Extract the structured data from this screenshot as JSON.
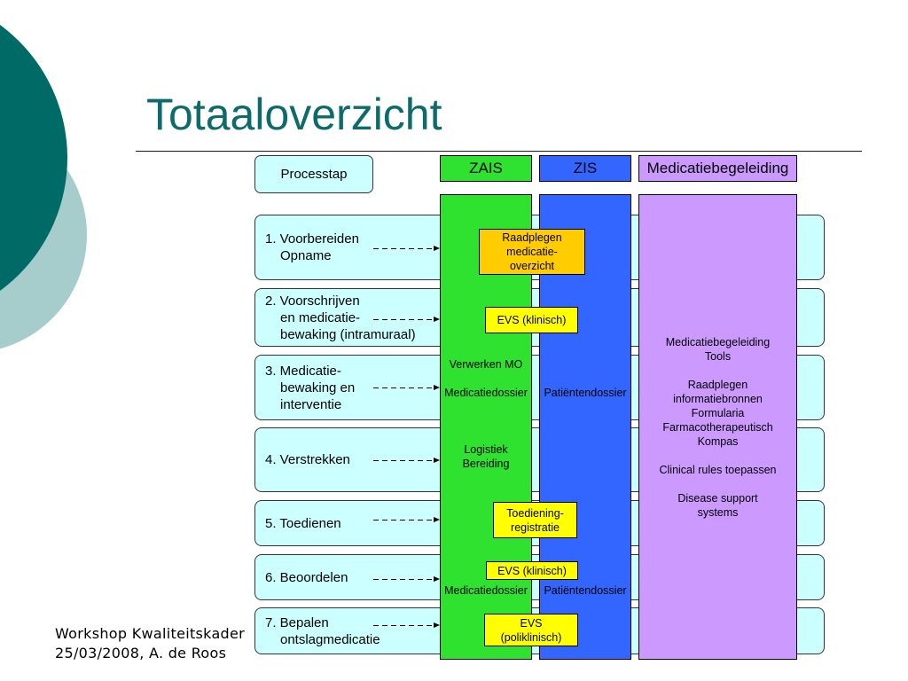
{
  "slide": {
    "title": "Totaaloverzicht"
  },
  "header": {
    "process_step_label": "Processtap",
    "systems": [
      {
        "label": "ZAIS"
      },
      {
        "label": "ZIS"
      },
      {
        "label": "Medicatiebegeleiding"
      }
    ]
  },
  "process_steps": [
    {
      "lines": [
        "1. Voorbereiden",
        "Opname"
      ]
    },
    {
      "lines": [
        "2. Voorschrijven",
        "en medicatie-",
        "bewaking (intramuraal)"
      ]
    },
    {
      "lines": [
        "3. Medicatie-",
        "bewaking en",
        "interventie"
      ]
    },
    {
      "lines": [
        "4. Verstrekken"
      ]
    },
    {
      "lines": [
        "5. Toedienen"
      ]
    },
    {
      "lines": [
        "6. Beoordelen"
      ]
    },
    {
      "lines": [
        "7. Bepalen",
        "ontslagmedicatie"
      ]
    }
  ],
  "zais_column": {
    "process_mo": "Verwerken MO",
    "medication_file": "Medicatiedossier",
    "logistics": [
      "Logistiek",
      "Bereiding"
    ],
    "medication_file_discharge": "Medicatiedossier"
  },
  "zis_column": {
    "patient_file": "Patiëntendossier",
    "patient_file_discharge": "Patiëntendossier"
  },
  "guidance_column": {
    "groups": [
      [
        "Medicatiebegeleiding",
        "Tools"
      ],
      [
        "Raadplegen",
        "informatiebronnen",
        "Formularia",
        "Farmacotherapeutisch",
        "Kompas"
      ],
      [
        "Clinical rules toepassen"
      ],
      [
        "Disease support",
        "systems"
      ]
    ]
  },
  "callouts": {
    "consult_overview": [
      "Raadplegen",
      "medicatie-",
      "overzicht"
    ],
    "evs_prescribing": "EVS (klinisch)",
    "administration_registration": [
      "Toediening-",
      "registratie"
    ],
    "evs_assessment": "EVS (klinisch)",
    "evs_discharge": [
      "EVS",
      "(poliklinisch)"
    ]
  },
  "footer": {
    "event": "Workshop Kwaliteitskader",
    "date_author": "25/03/2008, A. de Roos"
  },
  "colors": {
    "title": "#0d6b6b",
    "circle_dark": "#006a66",
    "circle_light": "#a6cccc",
    "process_box": "#ccffff",
    "zais": "#2fe22f",
    "zis": "#3366ff",
    "guidance": "#cc99ff",
    "callout_orange": "#ffcc00",
    "callout_yellow": "#ffff00"
  }
}
